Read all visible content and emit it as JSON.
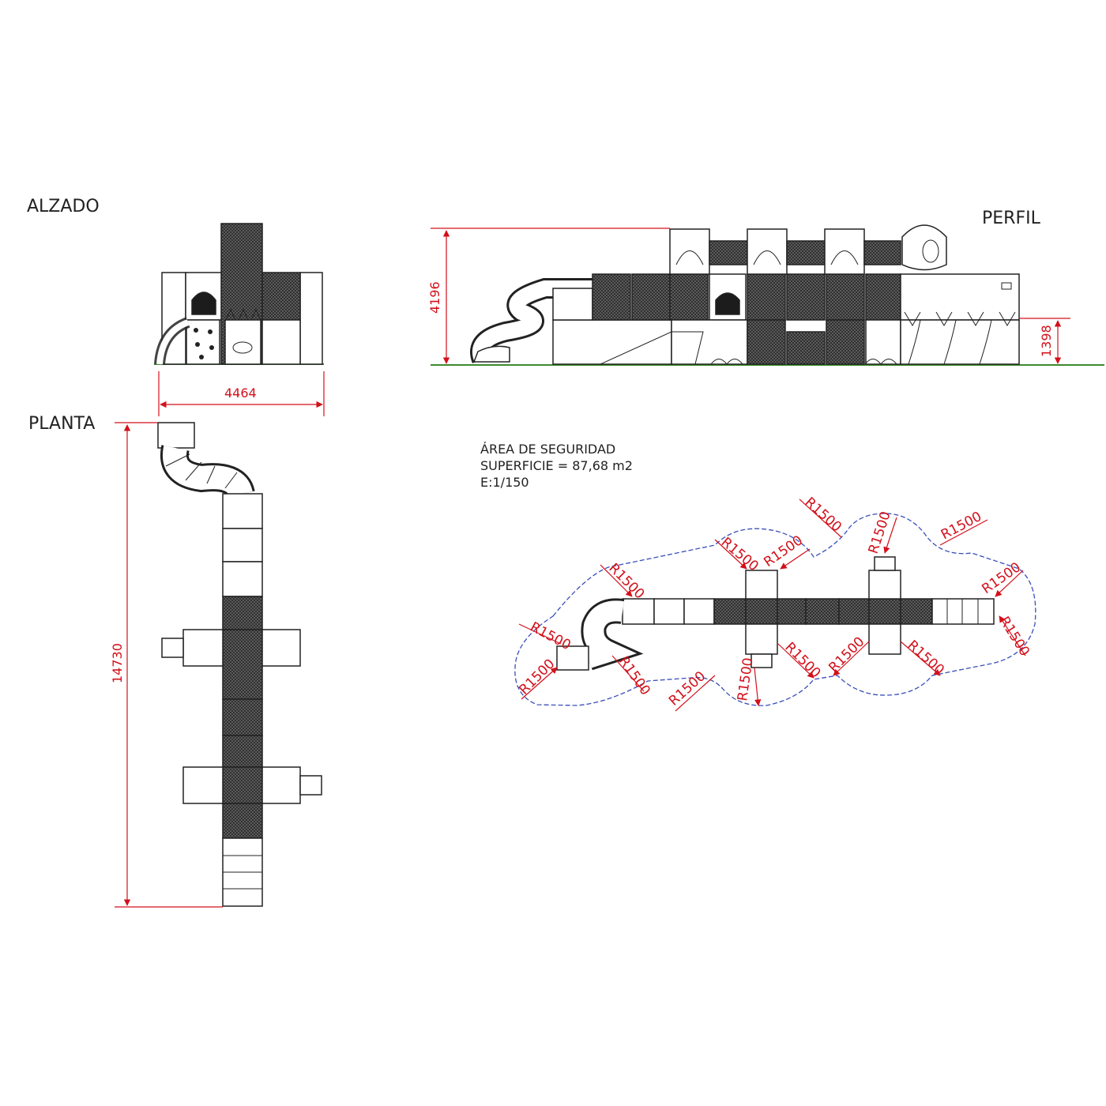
{
  "views": {
    "alzado": "ALZADO",
    "perfil": "PERFIL",
    "planta": "PLANTA"
  },
  "dimensions": {
    "alzado_width": "4464",
    "perfil_height": "4196",
    "perfil_platform": "1398",
    "planta_length": "14730"
  },
  "safety_area": {
    "title": "ÁREA DE SEGURIDAD",
    "surface": "SUPERFICIE = 87,68 m2",
    "scale": "E:1/150",
    "radius_label": "R1500"
  },
  "colors": {
    "dimension": "#d3101a",
    "ground": "#3c8a2e",
    "safety_outline": "#3a4fb8",
    "structure": "#222222"
  }
}
